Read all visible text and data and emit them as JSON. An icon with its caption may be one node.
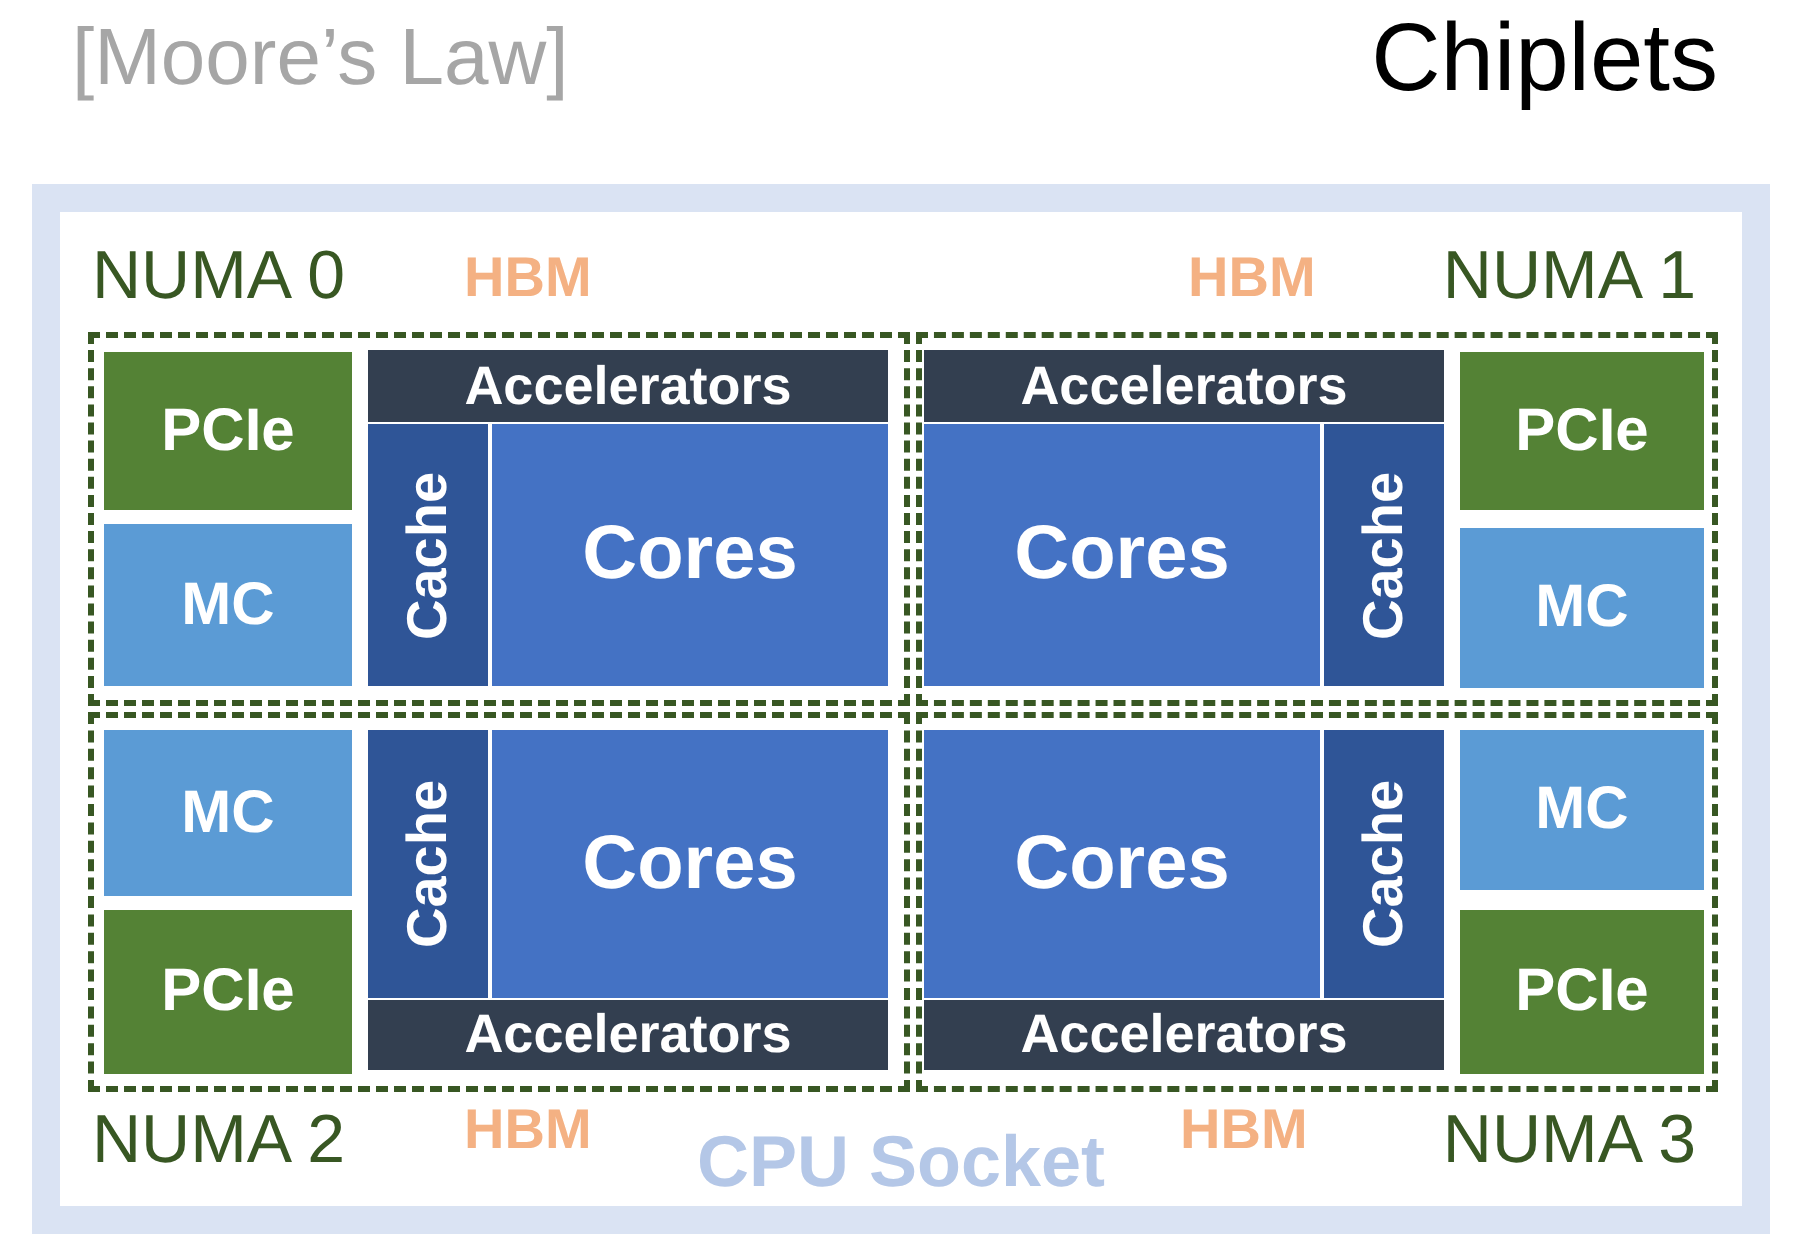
{
  "diagram": {
    "title": "Chiplets",
    "nodes": [
      {
        "text": [
          "CPU Socket"
        ]
      },
      {
        "text": [
          "NUMA 0"
        ],
        "in": 0,
        "beside": [
          "HBM"
        ]
      },
      {
        "text": [
          "PCIe"
        ],
        "in": 1
      },
      {
        "text": [
          "MC"
        ],
        "in": 1
      },
      {
        "text": [
          "Accelerators"
        ],
        "in": 1
      },
      {
        "text": [
          "Cache"
        ],
        "in": 1
      },
      {
        "text": [
          "Cores"
        ],
        "in": 1
      },
      {
        "text": [
          "NUMA 1"
        ],
        "in": 0,
        "beside": [
          "HBM"
        ]
      },
      {
        "text": [
          "Accelerators"
        ],
        "in": 7
      },
      {
        "text": [
          "Cores"
        ],
        "in": 7
      },
      {
        "text": [
          "Cache"
        ],
        "in": 7
      },
      {
        "text": [
          "PCIe"
        ],
        "in": 7
      },
      {
        "text": [
          "MC"
        ],
        "in": 7
      },
      {
        "text": [
          "NUMA 2"
        ],
        "in": 0,
        "beside": [
          "HBM"
        ]
      },
      {
        "text": [
          "MC"
        ],
        "in": 13
      },
      {
        "text": [
          "Cache"
        ],
        "in": 13
      },
      {
        "text": [
          "Cores"
        ],
        "in": 13
      },
      {
        "text": [
          "PCIe"
        ],
        "in": 13
      },
      {
        "text": [
          "Accelerators"
        ],
        "in": 13
      },
      {
        "text": [
          "NUMA 3"
        ],
        "in": 0,
        "beside": [
          "HBM"
        ]
      },
      {
        "text": [
          "Cores"
        ],
        "in": 19
      },
      {
        "text": [
          "Cache"
        ],
        "in": 19
      },
      {
        "text": [
          "MC"
        ],
        "in": 19
      },
      {
        "text": [
          "PCIe"
        ],
        "in": 19
      },
      {
        "text": [
          "Accelerators"
        ],
        "in": 19
      }
    ],
    "labels": [
      "[Moore’s Law]"
    ]
  }
}
